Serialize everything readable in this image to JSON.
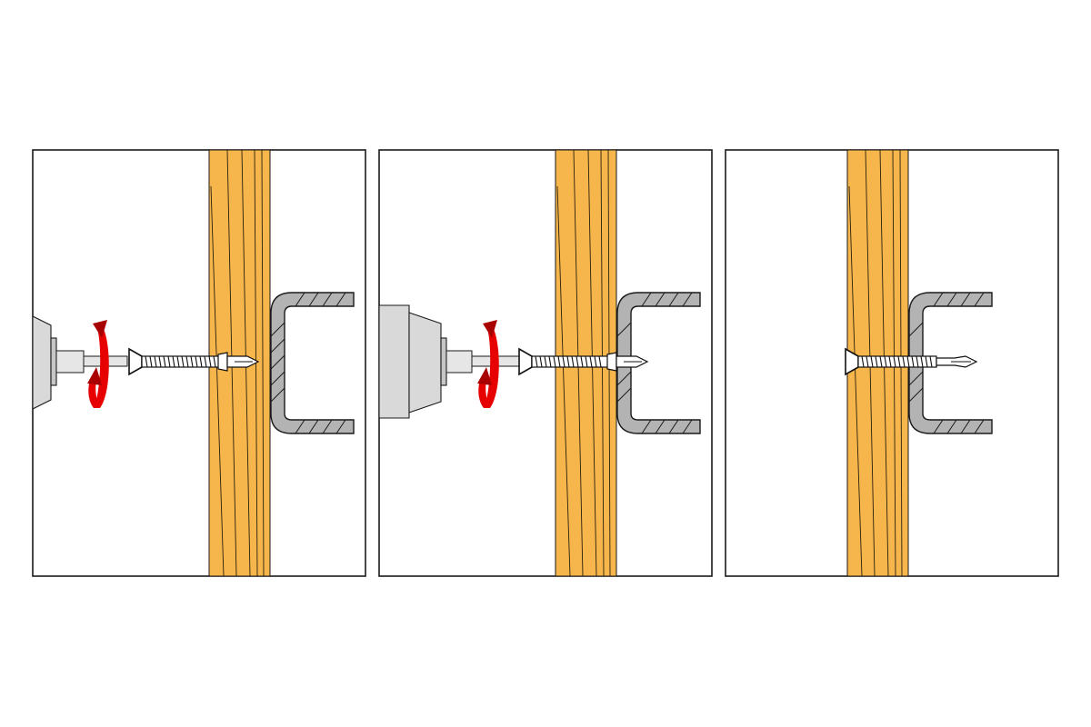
{
  "diagram": {
    "description_steps": [
      {
        "step": 1,
        "drill_present": true,
        "rotation_arrow": true,
        "screw_position": "entering-wood"
      },
      {
        "step": 2,
        "drill_present": true,
        "rotation_arrow": true,
        "screw_position": "reaching-steel"
      },
      {
        "step": 3,
        "drill_present": false,
        "rotation_arrow": false,
        "screw_position": "fully-installed"
      }
    ],
    "colors": {
      "wood": "#f7b64b",
      "steel": "#b3b3b3",
      "drill": "#d9d9d9",
      "rotation_arrow": "#e60000",
      "frame": "#1a1a1a"
    },
    "icons": [
      "drill-icon",
      "rotation-arrow-icon",
      "wing-tip-screw-icon",
      "wood-beam-icon",
      "steel-channel-icon"
    ]
  }
}
